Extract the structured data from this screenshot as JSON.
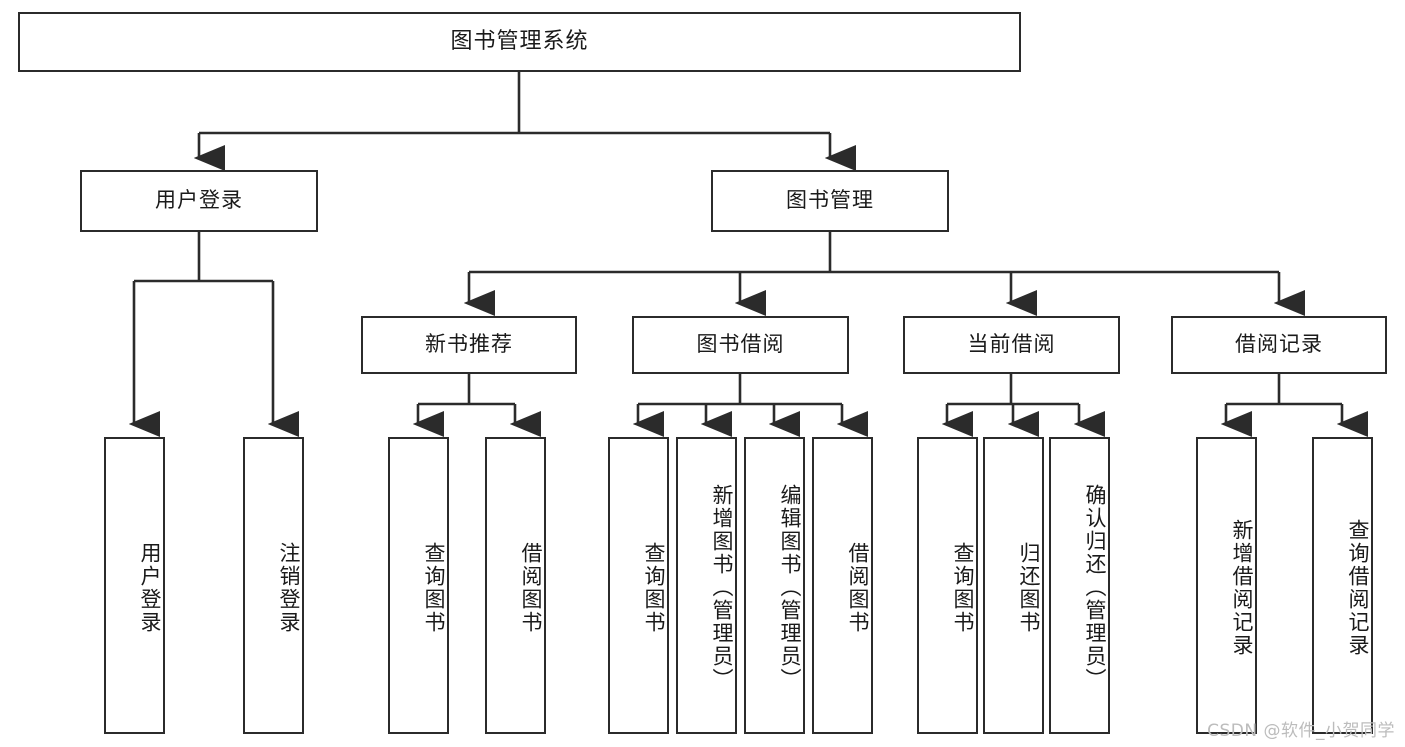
{
  "diagram": {
    "type": "tree-hierarchy-flowchart",
    "title": "图书管理系统",
    "watermark": "CSDN @软件_小贺同学",
    "colors": {
      "box_border": "#2b2b2b",
      "box_fill": "#ffffff",
      "connector": "#2b2b2b",
      "text": "#1a1a1a",
      "watermark": "#bcbcbc",
      "background": "#ffffff"
    },
    "nodes": {
      "root": {
        "label": "图书管理系统",
        "level": 1
      },
      "l2": [
        {
          "id": "user-login",
          "label": "用户登录",
          "level": 2
        },
        {
          "id": "book-management",
          "label": "图书管理",
          "level": 2
        }
      ],
      "l3": [
        {
          "id": "new-book-recommend",
          "label": "新书推荐",
          "level": 3,
          "parent": "book-management"
        },
        {
          "id": "book-borrow",
          "label": "图书借阅",
          "level": 3,
          "parent": "book-management"
        },
        {
          "id": "current-borrow",
          "label": "当前借阅",
          "level": 3,
          "parent": "book-management"
        },
        {
          "id": "borrow-record",
          "label": "借阅记录",
          "level": 3,
          "parent": "book-management"
        }
      ],
      "leaves": [
        {
          "id": "leaf-user-login",
          "label": "用户登录",
          "parent": "user-login"
        },
        {
          "id": "leaf-logout",
          "label": "注销登录",
          "parent": "user-login"
        },
        {
          "id": "leaf-query-book-1",
          "label": "查询图书",
          "parent": "new-book-recommend"
        },
        {
          "id": "leaf-borrow-book-1",
          "label": "借阅图书",
          "parent": "new-book-recommend"
        },
        {
          "id": "leaf-query-book-2",
          "label": "查询图书",
          "parent": "book-borrow"
        },
        {
          "id": "leaf-add-book",
          "label": "新增图书（管理员）",
          "parent": "book-borrow"
        },
        {
          "id": "leaf-edit-book",
          "label": "编辑图书（管理员）",
          "parent": "book-borrow"
        },
        {
          "id": "leaf-borrow-book-2",
          "label": "借阅图书",
          "parent": "book-borrow"
        },
        {
          "id": "leaf-query-book-3",
          "label": "查询图书",
          "parent": "current-borrow"
        },
        {
          "id": "leaf-return-book",
          "label": "归还图书",
          "parent": "current-borrow"
        },
        {
          "id": "leaf-confirm-return",
          "label": "确认归还（管理员）",
          "parent": "current-borrow"
        },
        {
          "id": "leaf-add-record",
          "label": "新增借阅记录",
          "parent": "borrow-record"
        },
        {
          "id": "leaf-query-record",
          "label": "查询借阅记录",
          "parent": "borrow-record"
        }
      ]
    }
  }
}
